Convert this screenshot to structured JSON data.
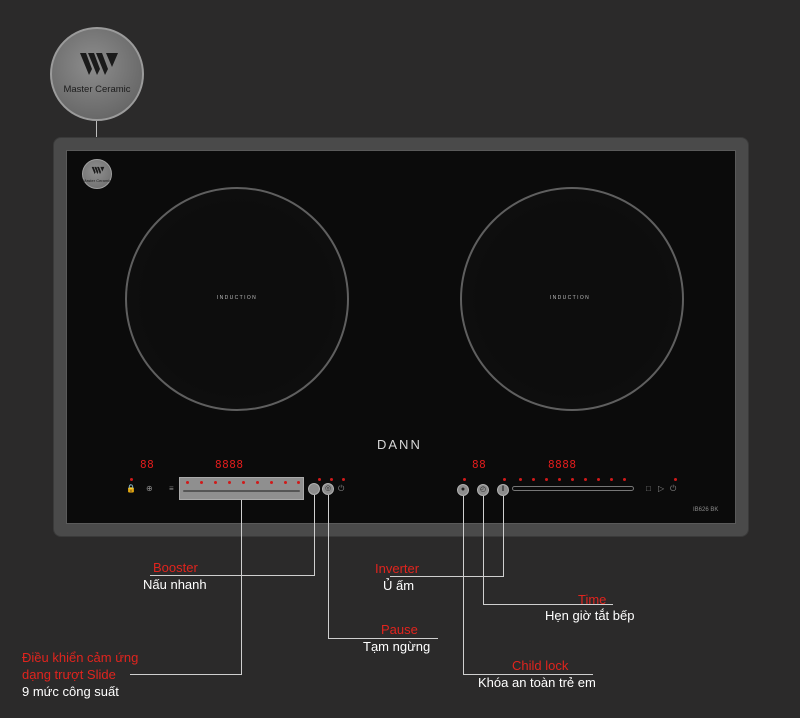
{
  "logo": {
    "brand_text": "Master Ceramic"
  },
  "cooktop": {
    "brand": "DANN",
    "model": "IB626 BK",
    "zone_label": "INDUCTION",
    "left_panel": {
      "timer_digits": "88",
      "power_digits": "8888"
    },
    "right_panel": {
      "timer_digits": "88",
      "power_digits": "8888"
    }
  },
  "callouts": {
    "booster": {
      "title": "Booster",
      "desc": "Nấu nhanh"
    },
    "pause": {
      "title": "Pause",
      "desc": "Tạm ngừng"
    },
    "slide": {
      "title_line1": "Điều khiển cảm ứng",
      "title_line2": "dạng trượt Slide",
      "desc": "9 mức công suất"
    },
    "inverter": {
      "title": "Inverter",
      "desc": "Ủ ấm"
    },
    "time": {
      "title": "Time",
      "desc": "Hẹn giờ tắt bếp"
    },
    "child_lock": {
      "title": "Child lock",
      "desc": "Khóa an toàn trẻ em"
    }
  },
  "colors": {
    "background": "#2b2a2a",
    "accent_red": "#e0241e",
    "display_red": "#e01c1c"
  }
}
